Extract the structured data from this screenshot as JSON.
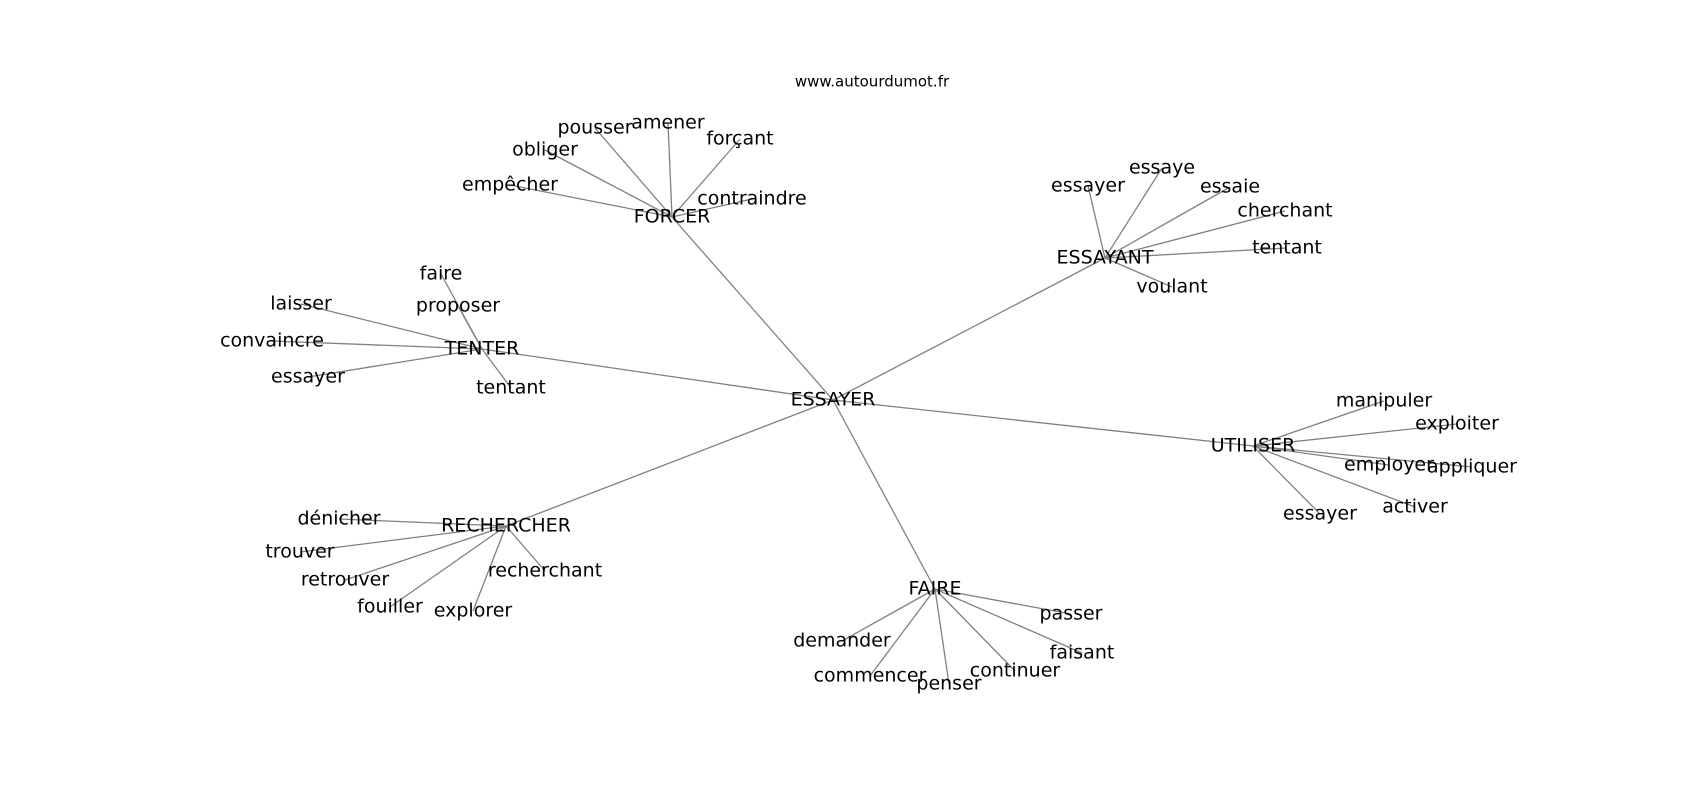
{
  "source": "www.autourdumot.fr",
  "center": "ESSAYER",
  "clusters": [
    {
      "hub": "FORCER",
      "words": [
        "empêcher",
        "obliger",
        "pousser",
        "amener",
        "forçant",
        "contraindre"
      ]
    },
    {
      "hub": "ESSAYANT",
      "words": [
        "essayer",
        "essaye",
        "essaie",
        "cherchant",
        "tentant",
        "voulant"
      ]
    },
    {
      "hub": "TENTER",
      "words": [
        "faire",
        "proposer",
        "laisser",
        "convaincre",
        "essayer",
        "tentant"
      ]
    },
    {
      "hub": "UTILISER",
      "words": [
        "manipuler",
        "exploiter",
        "employer",
        "appliquer",
        "activer",
        "essayer"
      ]
    },
    {
      "hub": "RECHERCHER",
      "words": [
        "dénicher",
        "trouver",
        "retrouver",
        "fouiller",
        "explorer",
        "recherchant"
      ]
    },
    {
      "hub": "FAIRE",
      "words": [
        "passer",
        "faisant",
        "continuer",
        "penser",
        "commencer",
        "demander"
      ]
    }
  ]
}
